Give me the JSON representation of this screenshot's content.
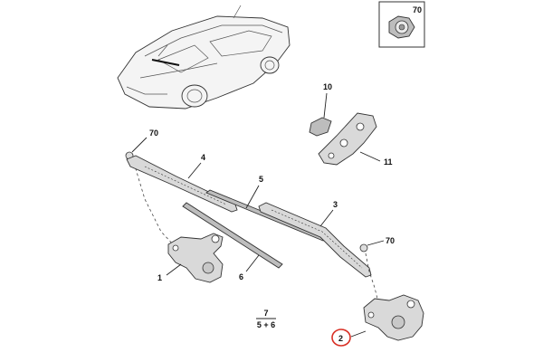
{
  "callouts": {
    "c70_inset": "70",
    "c10": "10",
    "c11": "11",
    "c70_left": "70",
    "c4": "4",
    "c5": "5",
    "c3": "3",
    "c70_right": "70",
    "c1": "1",
    "c6": "6",
    "c2": "2"
  },
  "kit_note": {
    "top": "7",
    "bottom": "5 + 6"
  },
  "colors": {
    "highlight_ring": "#d93025",
    "part_fill": "#d9d9d9",
    "line": "#333333"
  }
}
